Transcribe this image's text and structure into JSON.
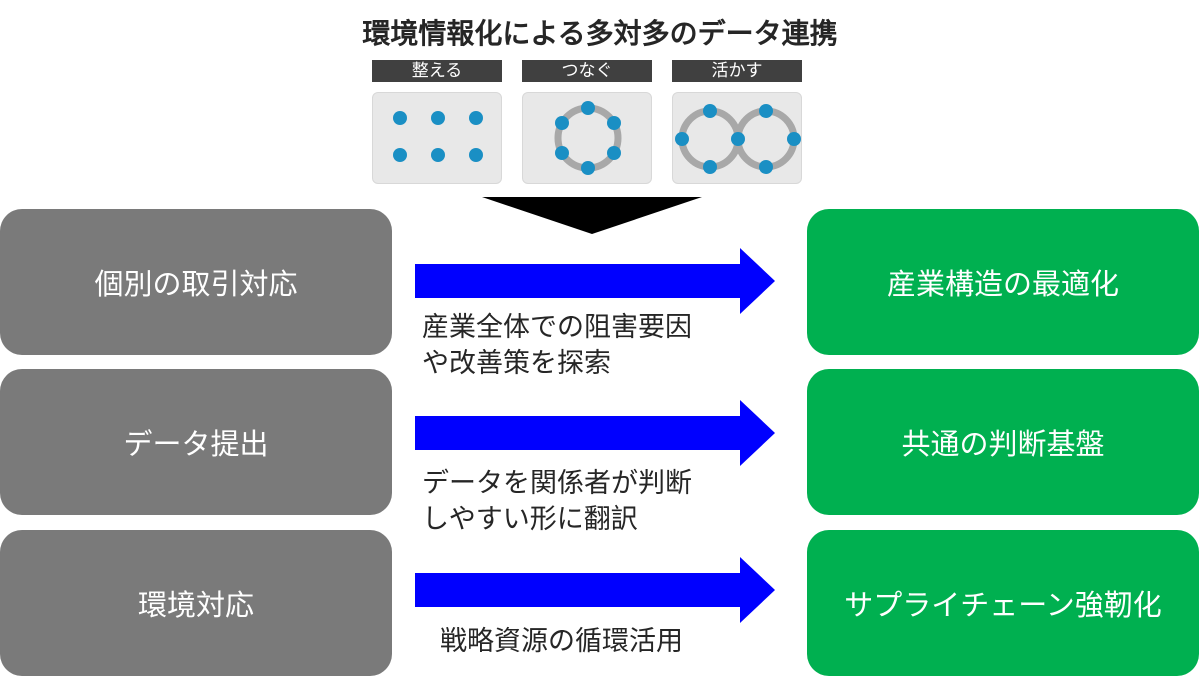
{
  "title": "環境情報化による多対多のデータ連携",
  "steps": [
    {
      "label": "整える"
    },
    {
      "label": "つなぐ"
    },
    {
      "label": "活かす"
    }
  ],
  "rows": [
    {
      "left": "個別の取引対応",
      "desc_lines": [
        "産業全体での阻害要因",
        "や改善策を探索"
      ],
      "right": "産業構造の最適化"
    },
    {
      "left": "データ提出",
      "desc_lines": [
        "データを関係者が判断",
        "しやすい形に翻訳"
      ],
      "right": "共通の判断基盤"
    },
    {
      "left": "環境対応",
      "desc_lines": [
        "戦略資源の循環活用"
      ],
      "right": "サプライチェーン強靭化"
    }
  ],
  "colors": {
    "left_box": "#7a7a7a",
    "right_box": "#00b050",
    "arrow": "#0000ff",
    "step_label_bg": "#404040",
    "node": "#1a8fc4",
    "ring": "#a8a8a8"
  }
}
